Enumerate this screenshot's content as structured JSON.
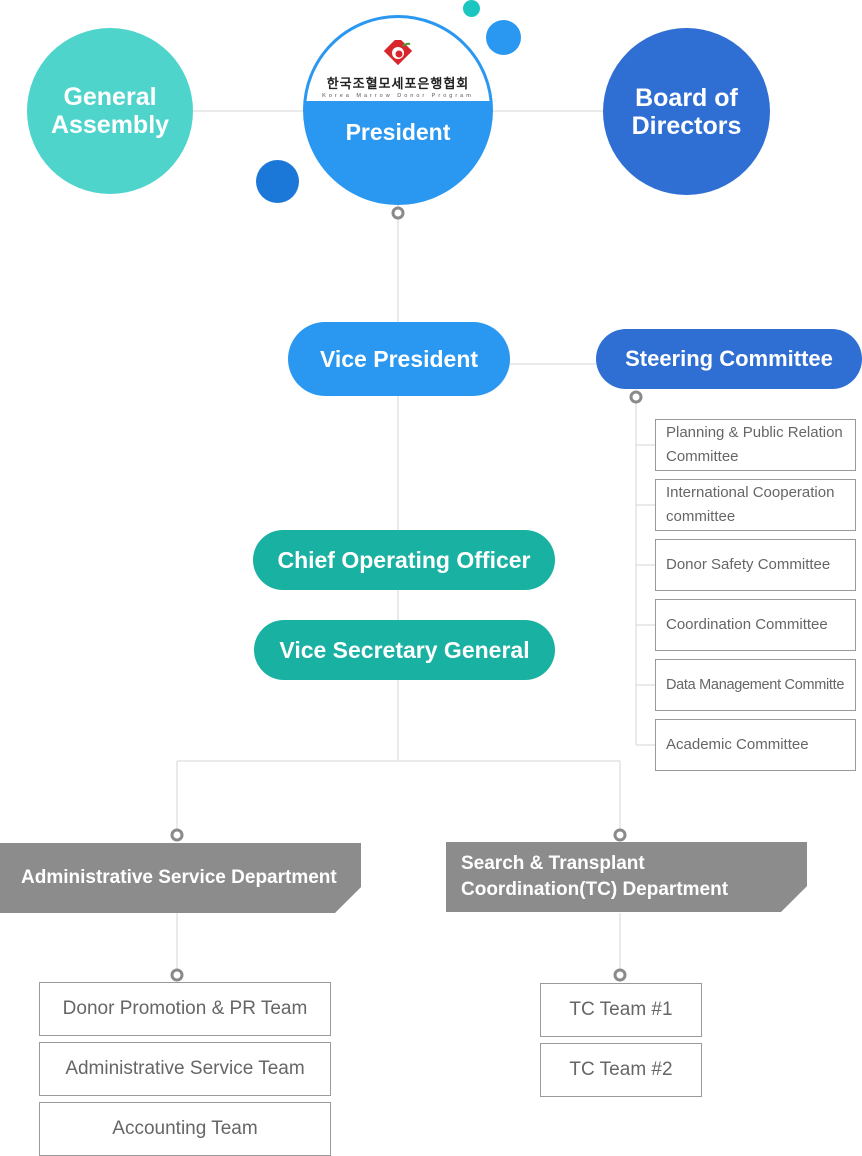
{
  "top": {
    "general_assembly": "General\nAssembly",
    "president": "President",
    "board_of_directors": "Board of\nDirectors",
    "logo_korean": "한국조혈모세포은행협회",
    "logo_english": "Korea Marrow Donor Program"
  },
  "middle": {
    "vice_president": "Vice President",
    "steering_committee": "Steering Committee",
    "chief_operating_officer": "Chief Operating Officer",
    "vice_secretary_general": "Vice Secretary General"
  },
  "committees": [
    "Planning & Public Relation Committee",
    "International Cooperation committee",
    "Donor Safety Committee",
    "Coordination Committee",
    "Data Management Committe",
    "Academic Committee"
  ],
  "departments": {
    "admin": {
      "label": "Administrative Service Department",
      "teams": [
        "Donor Promotion & PR Team",
        "Administrative Service Team",
        "Accounting Team"
      ]
    },
    "tc": {
      "label": "Search & Transplant Coordination(TC) Department",
      "teams": [
        "TC Team #1",
        "TC Team #2"
      ]
    }
  },
  "colors": {
    "teal_light": "#4fd4cc",
    "blue_primary": "#2a98f0",
    "blue_dark": "#2f6fd3",
    "teal_dark": "#19b1a1",
    "gray_dept": "#8c8c8c",
    "line_gray": "#d6d6d6",
    "connector_gray": "#8a8a8a"
  }
}
